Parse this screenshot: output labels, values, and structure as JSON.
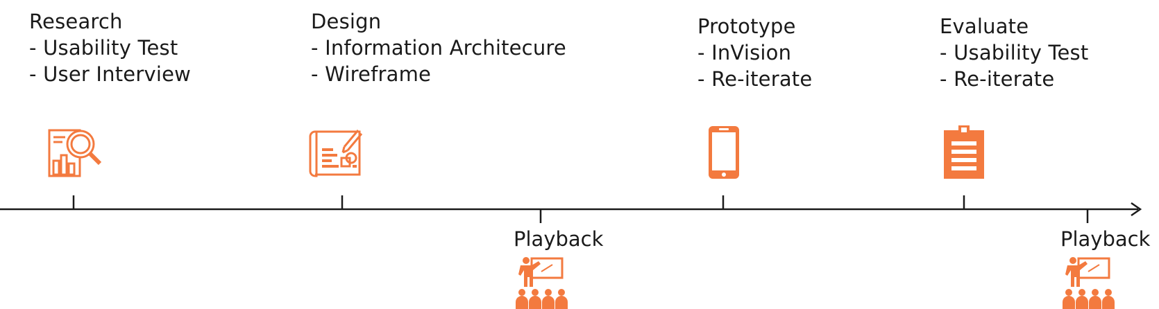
{
  "colors": {
    "accent": "#f37a3f",
    "line": "#1a1a1a"
  },
  "phases": [
    {
      "title": "Research",
      "items": [
        "- Usability Test",
        "- User Interview"
      ],
      "icon": "research-analytics-icon"
    },
    {
      "title": "Design",
      "items": [
        "- Information Architecure",
        "- Wireframe"
      ],
      "icon": "blueprint-design-icon"
    },
    {
      "title": "Prototype",
      "items": [
        "- InVision",
        "- Re-iterate"
      ],
      "icon": "smartphone-icon"
    },
    {
      "title": "Evaluate",
      "items": [
        "- Usability Test",
        "- Re-iterate"
      ],
      "icon": "clipboard-icon"
    }
  ],
  "playbacks": [
    {
      "label": "Playback",
      "icon": "presentation-audience-icon"
    },
    {
      "label": "Playback",
      "icon": "presentation-audience-icon"
    }
  ]
}
